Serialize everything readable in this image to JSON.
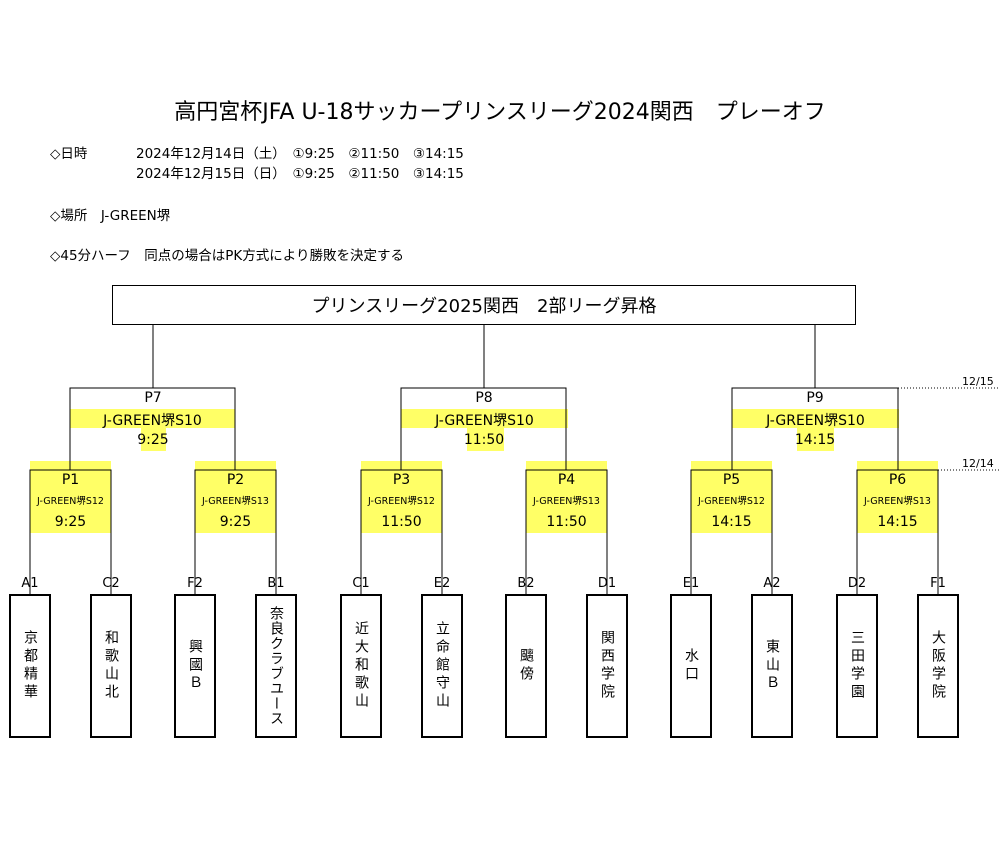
{
  "title": "高円宮杯JFA U-18サッカープリンスリーグ2024関西　プレーオフ",
  "info": {
    "date_label": "◇日時",
    "date_line1": "2024年12月14日（土）　①9:25　②11:50　③14:15",
    "date_line2": "2024年12月15日（日）　①9:25　②11:50　③14:15",
    "place": "◇場所　J-GREEN堺",
    "rule": "◇45分ハーフ　同点の場合はPK方式により勝敗を決定する"
  },
  "promotion": "プリンスリーグ2025関西　2部リーグ昇格",
  "dates": {
    "final_day": "12/15",
    "first_day": "12/14"
  },
  "finals": [
    {
      "id": "P7",
      "venue": "J-GREEN堺S10",
      "time": "9:25"
    },
    {
      "id": "P8",
      "venue": "J-GREEN堺S10",
      "time": "11:50"
    },
    {
      "id": "P9",
      "venue": "J-GREEN堺S10",
      "time": "14:15"
    }
  ],
  "semis": [
    {
      "id": "P1",
      "venue": "J-GREEN堺S12",
      "time": "9:25"
    },
    {
      "id": "P2",
      "venue": "J-GREEN堺S13",
      "time": "9:25"
    },
    {
      "id": "P3",
      "venue": "J-GREEN堺S12",
      "time": "11:50"
    },
    {
      "id": "P4",
      "venue": "J-GREEN堺S13",
      "time": "11:50"
    },
    {
      "id": "P5",
      "venue": "J-GREEN堺S12",
      "time": "14:15"
    },
    {
      "id": "P6",
      "venue": "J-GREEN堺S13",
      "time": "14:15"
    }
  ],
  "teams": [
    {
      "seed": "A1",
      "name": "京都精華"
    },
    {
      "seed": "C2",
      "name": "和歌山北"
    },
    {
      "seed": "F2",
      "name": "興國Ｂ"
    },
    {
      "seed": "B1",
      "name": "奈良クラブユース"
    },
    {
      "seed": "C1",
      "name": "近大和歌山"
    },
    {
      "seed": "E2",
      "name": "立命館守山"
    },
    {
      "seed": "B2",
      "name": "䬜傍"
    },
    {
      "seed": "D1",
      "name": "関西学院"
    },
    {
      "seed": "E1",
      "name": "水口"
    },
    {
      "seed": "A2",
      "name": "東山Ｂ"
    },
    {
      "seed": "D2",
      "name": "三田学園"
    },
    {
      "seed": "F1",
      "name": "大阪学院"
    }
  ]
}
